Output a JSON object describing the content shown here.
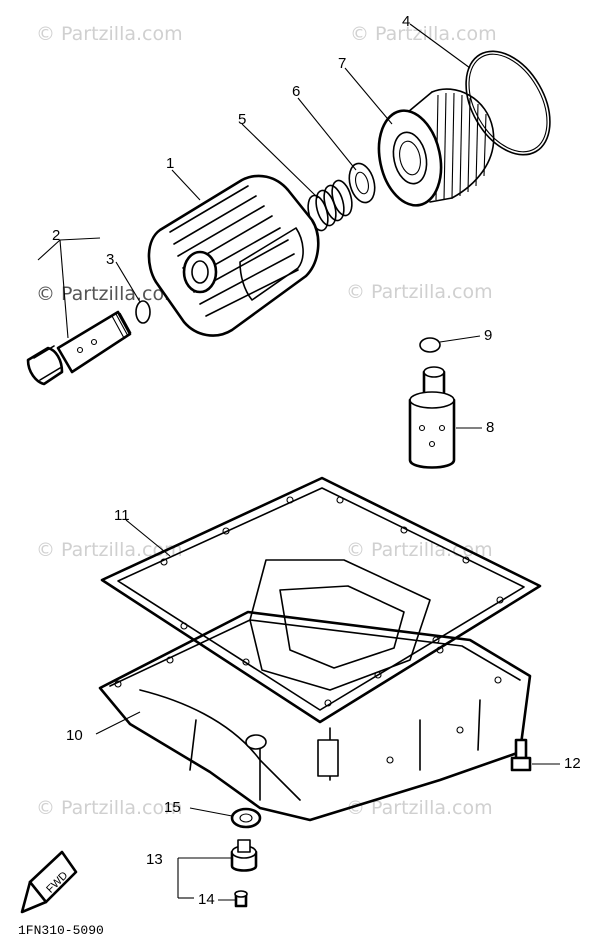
{
  "diagram": {
    "document_id": "1FN310-5090",
    "arrow_label": "FWD",
    "watermark": "© Partzilla.com",
    "callouts": [
      "1",
      "2",
      "3",
      "4",
      "5",
      "6",
      "7",
      "8",
      "9",
      "10",
      "11",
      "12",
      "13",
      "14",
      "15"
    ]
  }
}
